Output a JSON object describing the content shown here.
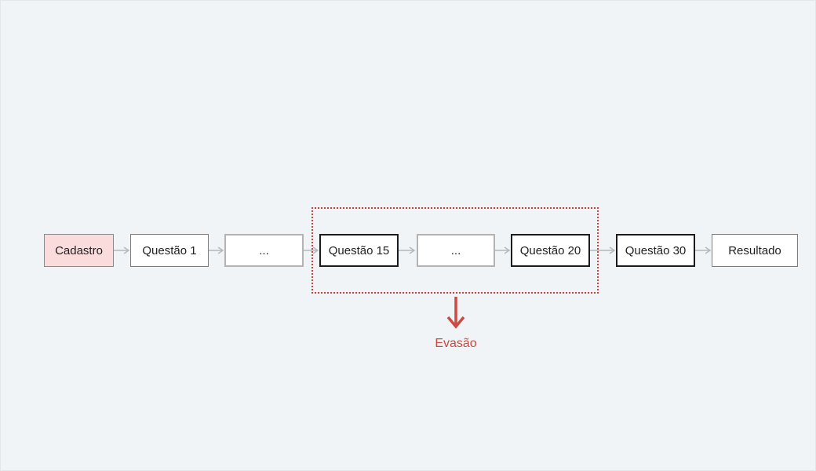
{
  "page": {
    "background_color": "#f0f4f6"
  },
  "flow": {
    "nodes": [
      {
        "label": "Cadastro",
        "style": "start"
      },
      {
        "label": "Questão 1",
        "style": "normal"
      },
      {
        "label": "...",
        "style": "ellipsis"
      },
      {
        "label": "Questão 15",
        "style": "emphasis"
      },
      {
        "label": "...",
        "style": "ellipsis"
      },
      {
        "label": "Questão 20",
        "style": "emphasis"
      },
      {
        "label": "Questão 30",
        "style": "emphasis"
      },
      {
        "label": "Resultado",
        "style": "normal"
      }
    ],
    "annotation": {
      "label": "Evasão",
      "color": "#cb4a42"
    },
    "colors": {
      "start_fill": "#fadcdd",
      "node_fill": "#ffffff",
      "emphasis_border": "#1c1c1c",
      "normal_border": "#7d7d7d",
      "ellipsis_border": "#b3b3b3",
      "connector": "#b3babb",
      "accent_red": "#cc423a"
    }
  }
}
